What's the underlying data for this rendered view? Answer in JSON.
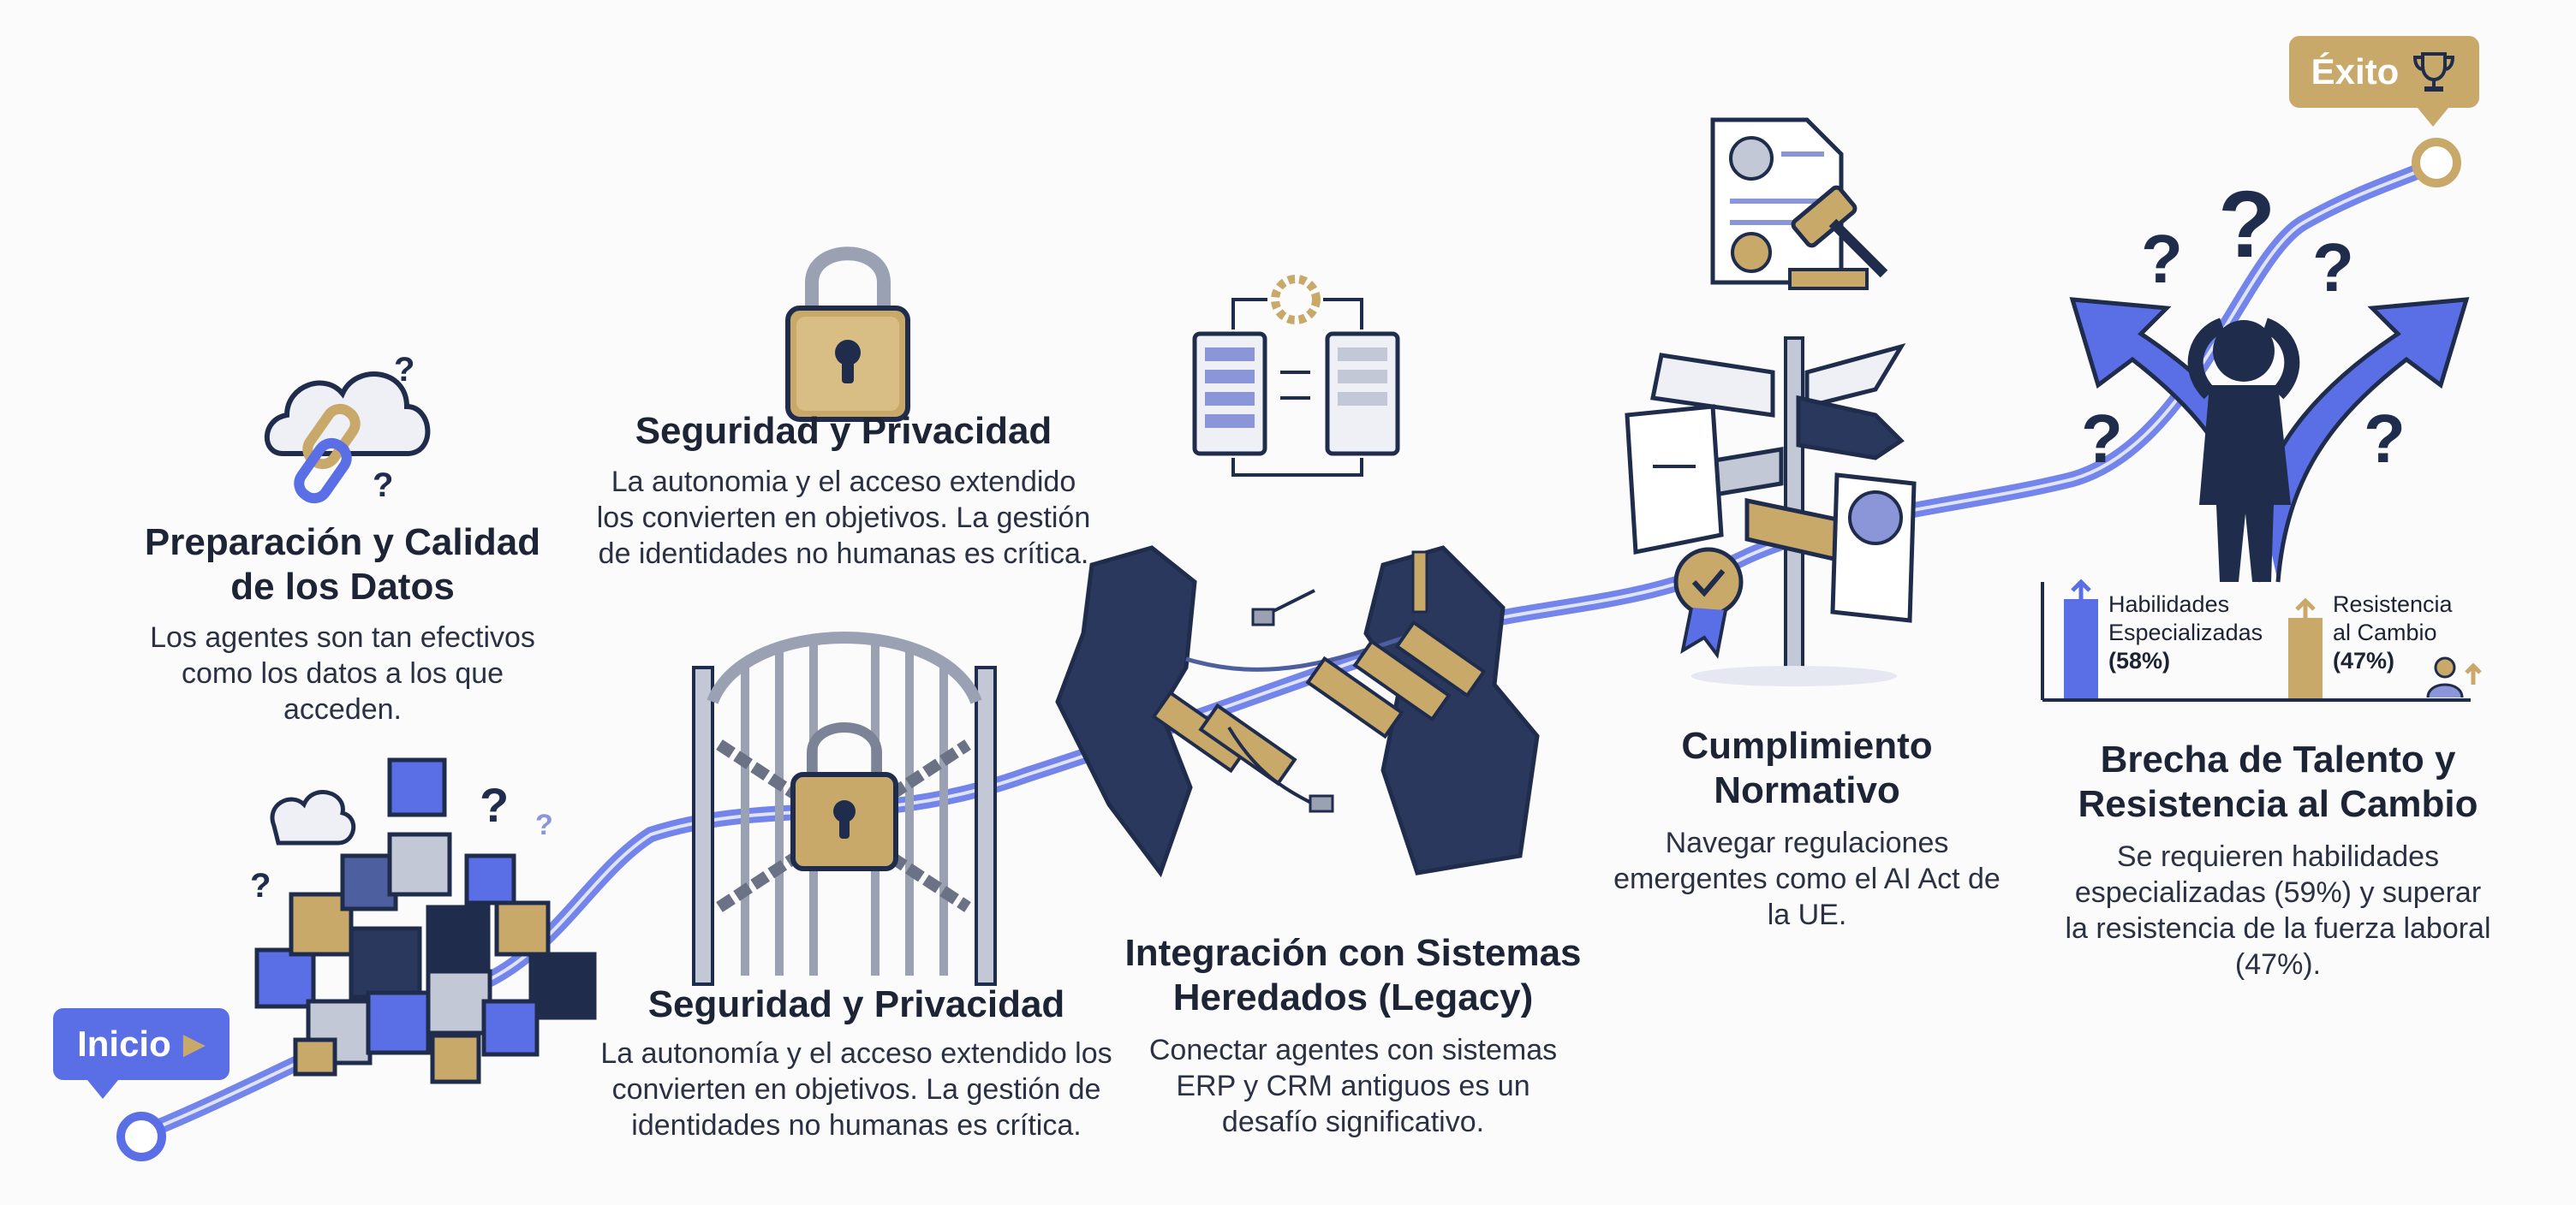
{
  "badges": {
    "start": "Inicio",
    "end": "Éxito"
  },
  "stages": [
    {
      "title": "Preparación y Calidad de los Datos",
      "desc": "Los agentes son tan efectivos como los datos a los que acceden."
    },
    {
      "title": "Seguridad y Privacidad",
      "desc": "La autonomia y el acceso extendido los convierten en objetivos. La gestión de identidades no humanas es crítica."
    },
    {
      "title": "Seguridad y Privacidad",
      "desc": "La autonomía y el acceso extendido los convierten en objetivos. La gestión de identidades no humanas es crítica."
    },
    {
      "title": "Integración con Sistemas Heredados (Legacy)",
      "desc": "Conectar agentes con sistemas ERP y CRM antiguos es un desafío significativo."
    },
    {
      "title": "Cumplimiento Normativo",
      "desc": "Navegar regulaciones emergentes como el AI Act de la UE."
    },
    {
      "title": "Brecha de Talento y Resistencia al Cambio",
      "desc": "Se requieren habilidades especializadas (59%) y superar la resistencia de la fuerza laboral (47%)."
    }
  ],
  "stats": [
    {
      "label_line1": "Habilidades",
      "label_line2": "Especializadas",
      "value": "(58%)",
      "percent": 58
    },
    {
      "label_line1": "Resistencia",
      "label_line2": "al Cambio",
      "value": "(47%)",
      "percent": 47
    }
  ],
  "colors": {
    "path": "#5a6ee6",
    "navy": "#1f2c4c",
    "gold": "#c8a96a",
    "blue": "#5a6ee6",
    "gray": "#c9ced8"
  },
  "icons": [
    "cloud-chain-icon",
    "cube-pile-icon",
    "padlock-icon",
    "locked-gate-icon",
    "server-sync-icon",
    "broken-bridge-icon",
    "documents-gavel-icon",
    "signpost-icon",
    "crossroads-person-icon",
    "trophy-icon",
    "play-icon"
  ]
}
